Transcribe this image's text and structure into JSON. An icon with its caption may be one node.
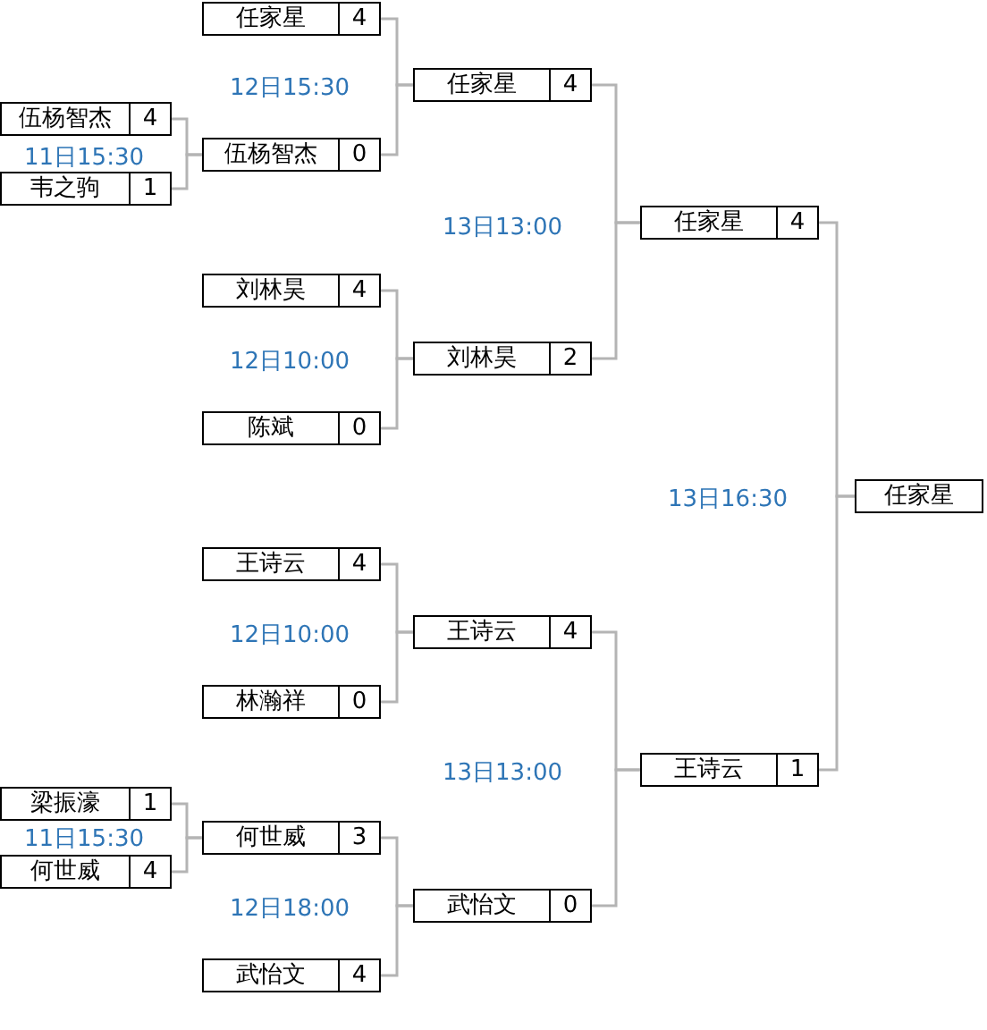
{
  "diagram": {
    "nodes": [
      {
        "text": [
          "任家星",
          "4"
        ]
      },
      {
        "text": [
          "伍杨智杰",
          "4"
        ]
      },
      {
        "text": [
          "韦之驹",
          "1"
        ]
      },
      {
        "text": [
          "伍杨智杰",
          "0"
        ]
      },
      {
        "text": [
          "任家星",
          "4"
        ]
      },
      {
        "text": [
          "刘林昊",
          "4"
        ]
      },
      {
        "text": [
          "陈斌",
          "0"
        ]
      },
      {
        "text": [
          "刘林昊",
          "2"
        ]
      },
      {
        "text": [
          "任家星",
          "4"
        ]
      },
      {
        "text": [
          "任家星"
        ]
      },
      {
        "text": [
          "王诗云",
          "4"
        ]
      },
      {
        "text": [
          "林瀚祥",
          "0"
        ]
      },
      {
        "text": [
          "王诗云",
          "4"
        ]
      },
      {
        "text": [
          "梁振濠",
          "1"
        ]
      },
      {
        "text": [
          "何世威",
          "4"
        ]
      },
      {
        "text": [
          "何世威",
          "3"
        ]
      },
      {
        "text": [
          "武怡文",
          "4"
        ]
      },
      {
        "text": [
          "武怡文",
          "0"
        ]
      },
      {
        "text": [
          "王诗云",
          "1"
        ]
      }
    ],
    "edges": [
      {
        "from": 1,
        "to": 3,
        "arrow": "none"
      },
      {
        "from": 2,
        "to": 3,
        "arrow": "none"
      },
      {
        "from": 0,
        "to": 4,
        "arrow": "none"
      },
      {
        "from": 3,
        "to": 4,
        "arrow": "none"
      },
      {
        "from": 5,
        "to": 7,
        "arrow": "none"
      },
      {
        "from": 6,
        "to": 7,
        "arrow": "none"
      },
      {
        "from": 4,
        "to": 8,
        "arrow": "none"
      },
      {
        "from": 7,
        "to": 8,
        "arrow": "none"
      },
      {
        "from": 8,
        "to": 9,
        "arrow": "none"
      },
      {
        "from": 18,
        "to": 9,
        "arrow": "none"
      },
      {
        "from": 10,
        "to": 12,
        "arrow": "none"
      },
      {
        "from": 11,
        "to": 12,
        "arrow": "none"
      },
      {
        "from": 12,
        "to": 18,
        "arrow": "none"
      },
      {
        "from": 13,
        "to": 15,
        "arrow": "none"
      },
      {
        "from": 14,
        "to": 15,
        "arrow": "none"
      },
      {
        "from": 15,
        "to": 17,
        "arrow": "none"
      },
      {
        "from": 16,
        "to": 17,
        "arrow": "none"
      },
      {
        "from": 17,
        "to": 18,
        "arrow": "none"
      }
    ],
    "labels": [
      "12日15:30",
      "11日15:30",
      "13日13:00",
      "12日10:00",
      "13日16:30",
      "12日10:00",
      "13日13:00",
      "11日15:30",
      "12日18:00"
    ]
  }
}
